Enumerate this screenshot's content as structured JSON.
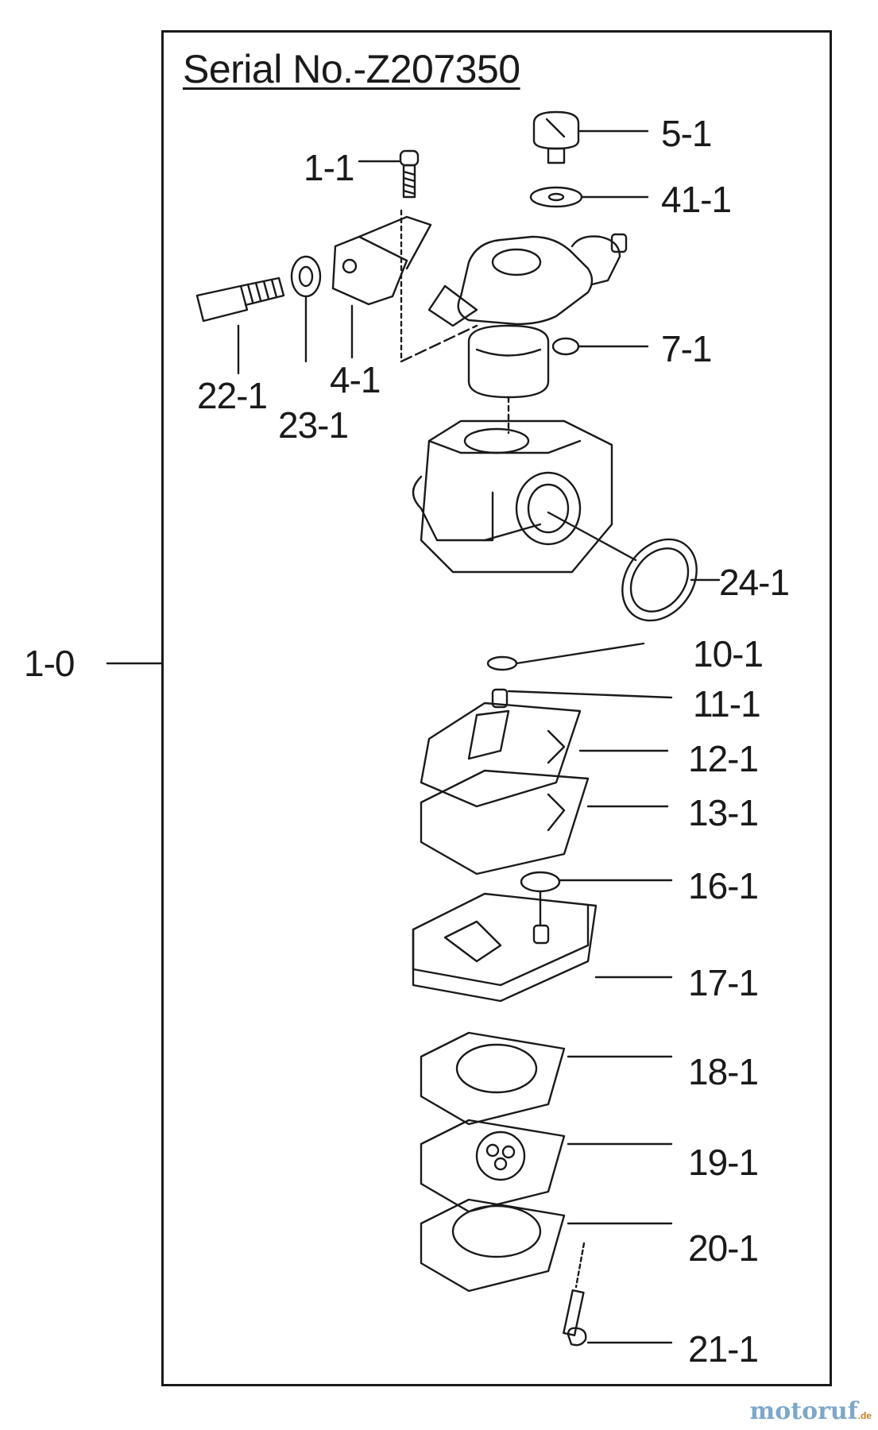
{
  "diagram": {
    "serial": "Serial No.-Z207350",
    "assembly_label": "1-0",
    "parts": [
      "1-1",
      "5-1",
      "41-1",
      "7-1",
      "22-1",
      "23-1",
      "4-1",
      "24-1",
      "10-1",
      "11-1",
      "12-1",
      "13-1",
      "16-1",
      "17-1",
      "18-1",
      "19-1",
      "20-1",
      "21-1"
    ]
  },
  "watermark": {
    "brand": "motoruf",
    "suffix": ".de",
    "color": "#7da7c9"
  }
}
